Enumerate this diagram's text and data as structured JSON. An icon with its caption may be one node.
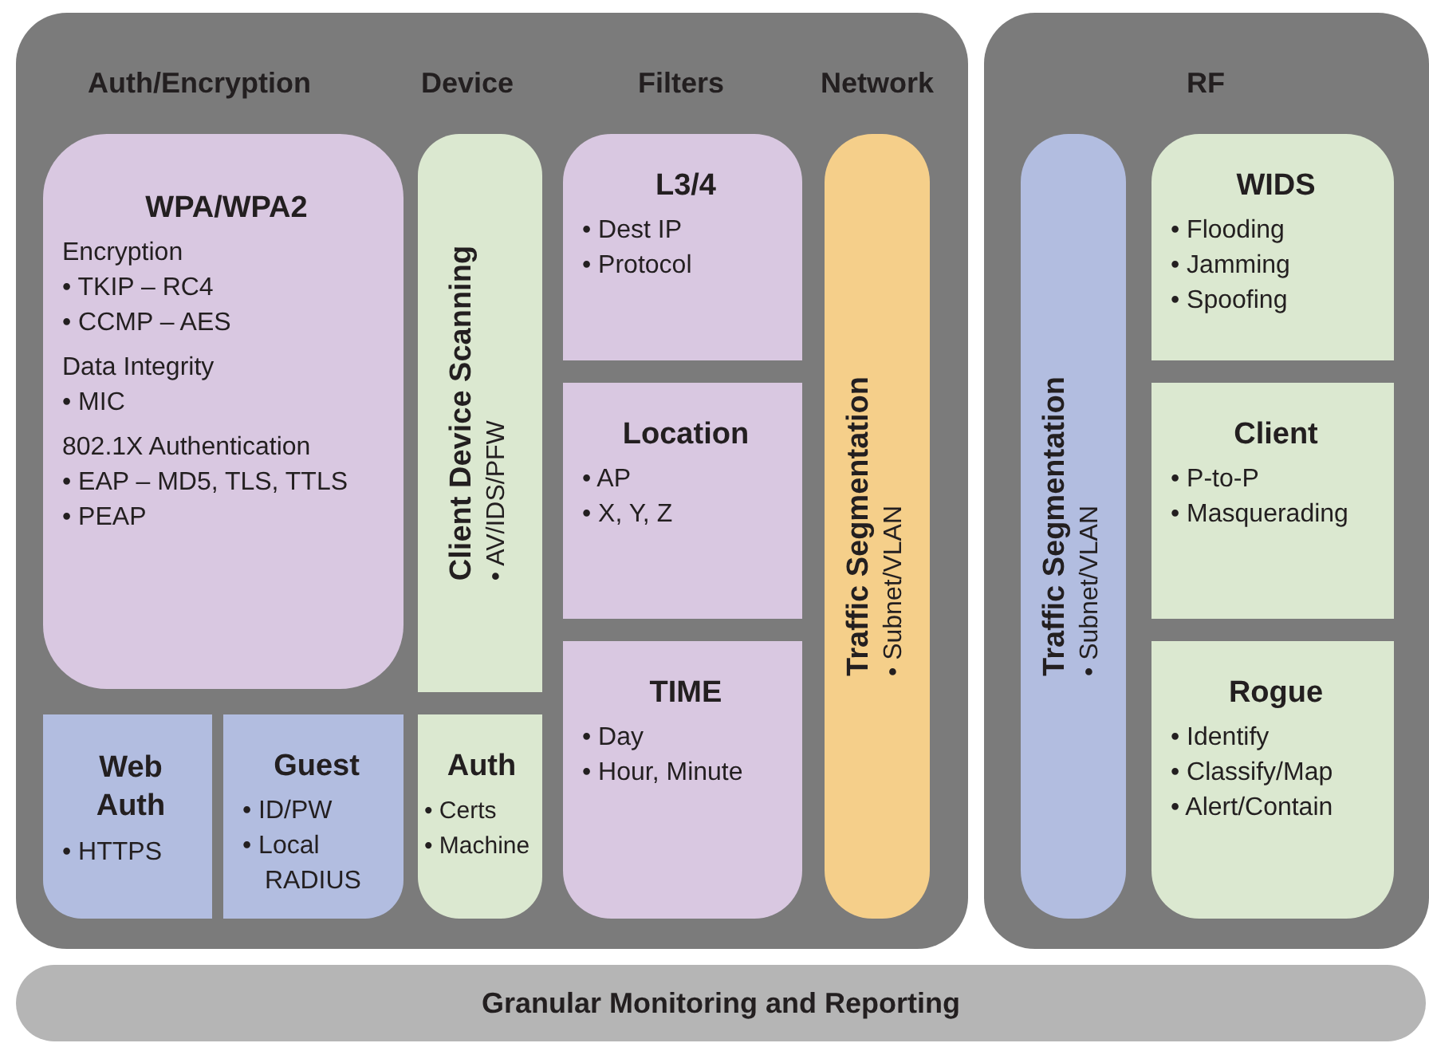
{
  "diagram": {
    "nodes": [
      {
        "text": [
          "Auth/Encryption",
          "Device",
          "Filters",
          "Network"
        ]
      },
      {
        "text": [
          "WPA/WPA2",
          "Encryption",
          "• TKIP – RC4",
          "• CCMP – AES",
          "Data Integrity",
          "• MIC",
          "802.1X Authentication",
          "• EAP – MD5, TLS, TTLS",
          "• PEAP"
        ],
        "in": 0
      },
      {
        "text": [
          "Web Auth",
          "• HTTPS"
        ],
        "in": 0
      },
      {
        "text": [
          "Guest",
          "• ID/PW",
          "• Local RADIUS"
        ],
        "in": 0
      },
      {
        "text": [
          "Client Device Scanning",
          "• AV/IDS/PFW"
        ],
        "in": 0
      },
      {
        "text": [
          "Auth",
          "• Certs",
          "• Machine"
        ],
        "in": 0
      },
      {
        "text": [
          "L3/4",
          "• Dest IP",
          "• Protocol"
        ],
        "in": 0
      },
      {
        "text": [
          "Location",
          "• AP",
          "• X, Y, Z"
        ],
        "in": 0
      },
      {
        "text": [
          "TIME",
          "• Day",
          "• Hour, Minute"
        ],
        "in": 0
      },
      {
        "text": [
          "Traffic Segmentation",
          "• Subnet/VLAN"
        ],
        "in": 0
      },
      {
        "text": [
          "RF"
        ]
      },
      {
        "text": [
          "Traffic Segmentation",
          "• Subnet/VLAN"
        ],
        "in": 10
      },
      {
        "text": [
          "WIDS",
          "• Flooding",
          "• Jamming",
          "• Spoofing"
        ],
        "in": 10
      },
      {
        "text": [
          "Client",
          "• P-to-P",
          "• Masquerading"
        ],
        "in": 10
      },
      {
        "text": [
          "Rogue",
          "• Identify",
          "• Classify/Map",
          "• Alert/Contain"
        ],
        "in": 10
      },
      {
        "text": [
          "Granular Monitoring and Reporting"
        ]
      }
    ],
    "edges": []
  }
}
